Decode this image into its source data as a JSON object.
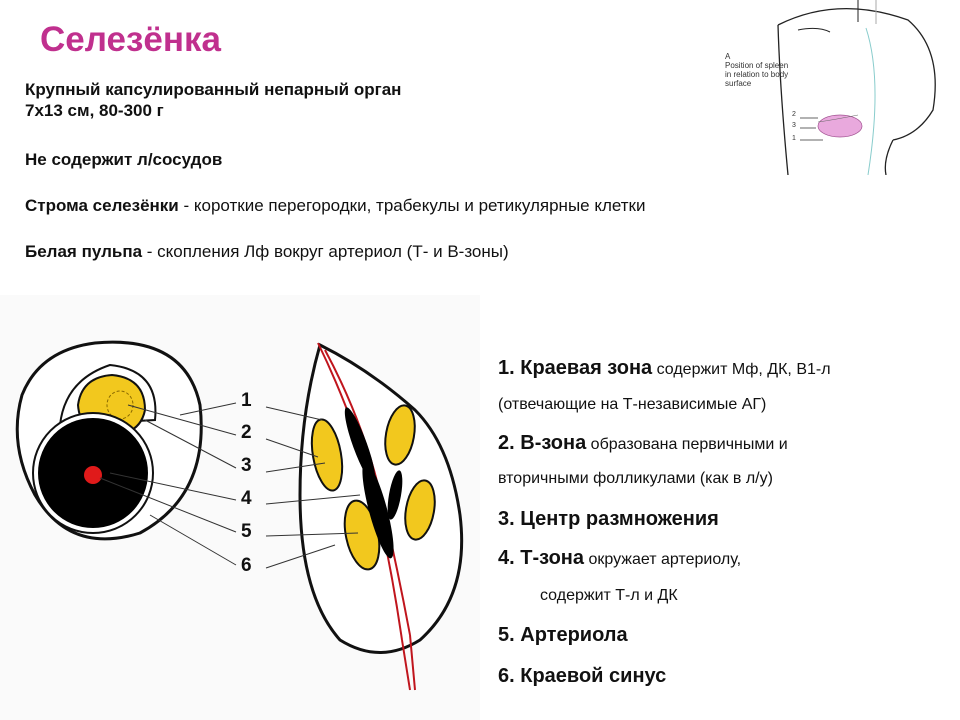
{
  "title": "Селезёнка",
  "intro": {
    "line1": "Крупный капсулированный непарный орган",
    "line2": "7х13 см, 80-300 г",
    "line3": "Не содержит л/сосудов",
    "stroma_label": "Строма селезёнки",
    "stroma_text": " - короткие перегородки, трабекулы и ретикулярные клетки",
    "white_label": "Белая пульпа",
    "white_text": " - скопления Лф вокруг артериол (Т- и В-зоны)"
  },
  "inset": {
    "caption_letter": "A",
    "caption_line1": "Position of spleen",
    "caption_line2": "in relation to body",
    "caption_line3": "surface",
    "n2": "2",
    "n3": "3",
    "n1": "1"
  },
  "diagram_numbers": [
    "1",
    "2",
    "3",
    "4",
    "5",
    "6"
  ],
  "legend": {
    "i1_num": "1.",
    "i1_head": "Краевая зона",
    "i1_desc": " содержит Мф, ДК, В1-л",
    "i1_cont": "(отвечающие на Т-независимые АГ)",
    "i2_num": "2.",
    "i2_head": "В-зона",
    "i2_desc": " образована первичными и",
    "i2_cont": "вторичными фолликулами (как в л/у)",
    "i3_num": "3.",
    "i3_head": "Центр размножения",
    "i4_num": "4.",
    "i4_head": "Т-зона",
    "i4_desc": " окружает артериолу,",
    "i4_cont": "содержит Т-л и ДК",
    "i5_num": "5.",
    "i5_head": "Артериола",
    "i6_num": "6.",
    "i6_head": "Краевой синус"
  },
  "colors": {
    "title": "#c0308e",
    "follicle": "#f2c81e",
    "t_zone": "#000000",
    "arteriole": "#e01a1a",
    "sinus": "#c0151d",
    "highlight": "#e9a9dd"
  }
}
